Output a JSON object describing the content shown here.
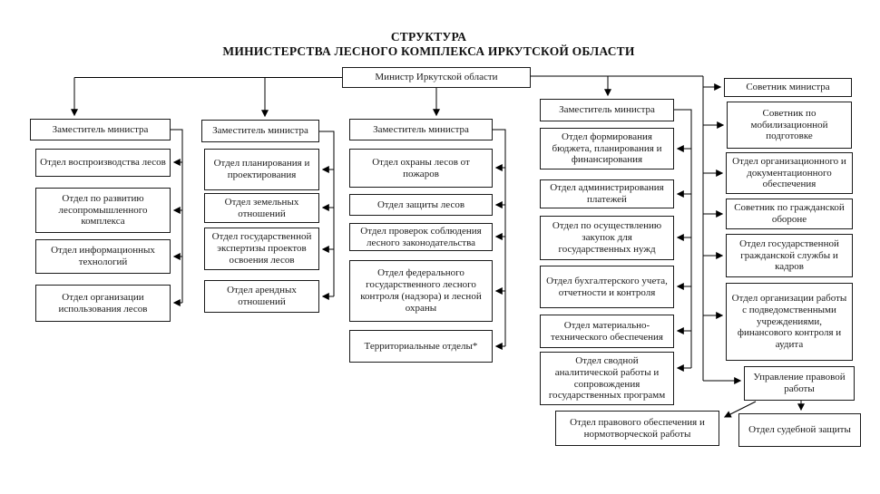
{
  "title": {
    "line1": "СТРУКТУРА",
    "line2": "МИНИСТЕРСТВА ЛЕСНОГО КОМПЛЕКСА ИРКУТСКОЙ ОБЛАСТИ"
  },
  "minister": {
    "label": "Министр Иркутской области"
  },
  "columns": [
    {
      "head": "Заместитель министра",
      "boxes": [
        "Отдел воспроизводства лесов",
        "Отдел по развитию лесопромышленного комплекса",
        "Отдел информационных технологий",
        "Отдел организации использования лесов"
      ]
    },
    {
      "head": "Заместитель министра",
      "boxes": [
        "Отдел планирования и проектирования",
        "Отдел земельных отношений",
        "Отдел государственной экспертизы проектов освоения лесов",
        "Отдел арендных отношений"
      ]
    },
    {
      "head": "Заместитель министра",
      "boxes": [
        "Отдел охраны лесов от пожаров",
        "Отдел защиты лесов",
        "Отдел проверок соблюдения лесного законодательства",
        "Отдел федерального государственного лесного контроля (надзора) и лесной охраны",
        "Территориальные отделы*"
      ]
    },
    {
      "head": "Заместитель министра",
      "boxes": [
        "Отдел формирования бюджета, планирования и финансирования",
        "Отдел администрирования платежей",
        "Отдел по осуществлению закупок для государственных нужд",
        "Отдел бухгалтерского учета, отчетности и контроля",
        "Отдел материально-технического обеспечения",
        "Отдел сводной аналитической работы и сопровождения государственных программ"
      ]
    }
  ],
  "right": {
    "boxes": [
      "Советник министра",
      "Советник по мобилизационной подготовке",
      "Отдел организационного и документационного обеспечения",
      "Советник по гражданской обороне",
      "Отдел государственной гражданской службы и кадров",
      "Отдел организации работы с подведомственными учреждениями, финансового контроля и аудита"
    ]
  },
  "legal": {
    "upravlenie": "Управление правовой работы",
    "pravovogo": "Отдел правового обеспечения  и нормотворческой работы",
    "sudebnoy": "Отдел судебной защиты"
  },
  "colors": {
    "line": "#000000",
    "border": "#1a1a1a",
    "text": "#1b1b1b"
  }
}
